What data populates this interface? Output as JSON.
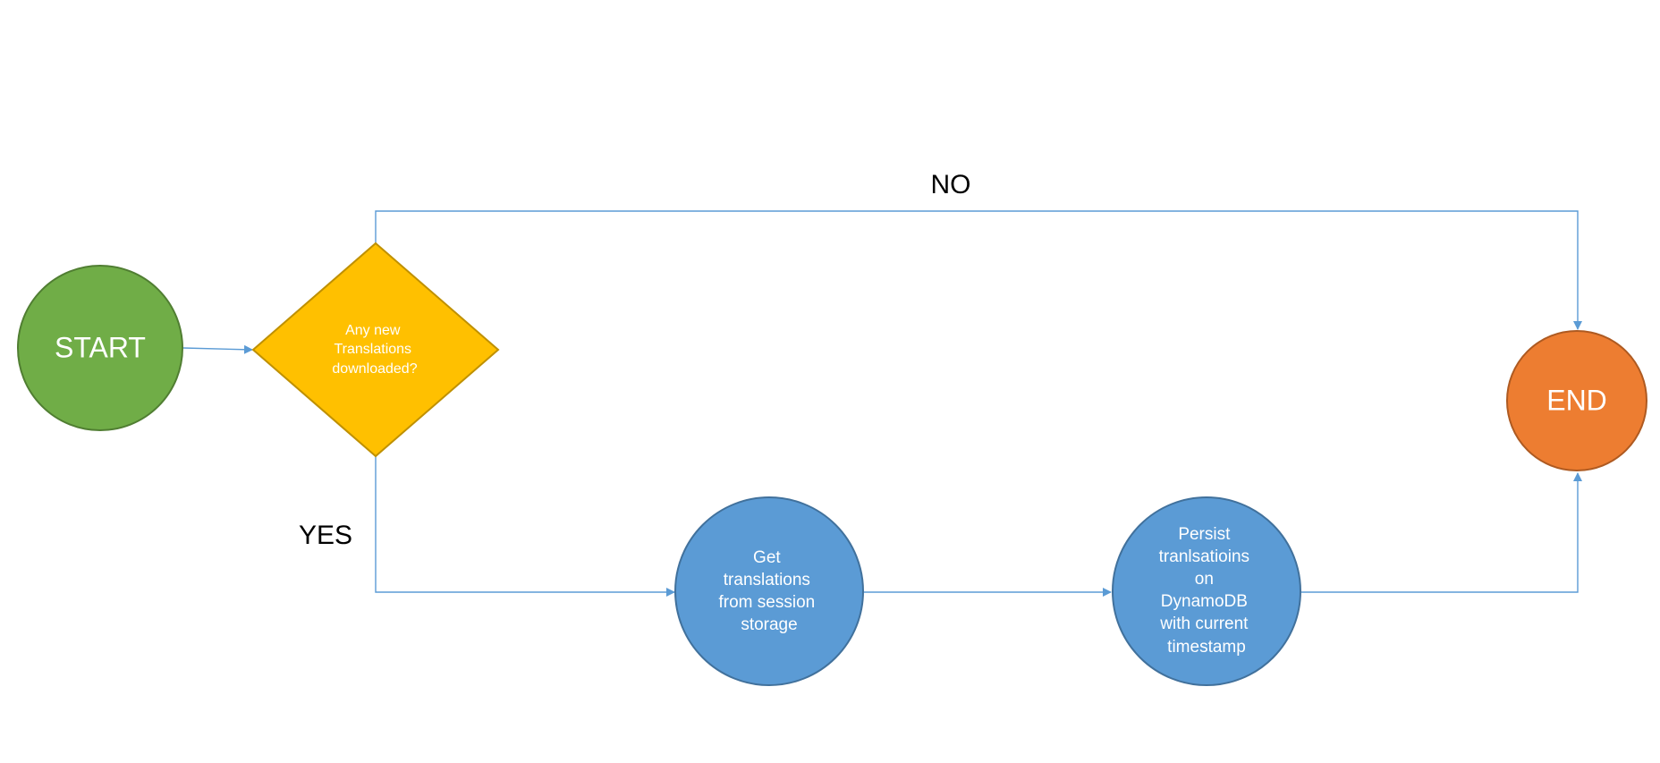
{
  "colors": {
    "start": "#70ad47",
    "start_border": "#507e32",
    "decision": "#ffc000",
    "decision_border": "#bf9000",
    "process": "#5b9bd5",
    "process_border": "#41719c",
    "end": "#ed7d31",
    "end_border": "#ae5a21",
    "connector": "#5b9bd5",
    "label_text": "#000000",
    "node_text": "#ffffff"
  },
  "nodes": {
    "start": {
      "label": "START",
      "shape": "circle"
    },
    "decision": {
      "lines": [
        "Any new",
        "Translations",
        "downloaded?"
      ],
      "shape": "diamond"
    },
    "get_translations": {
      "lines": [
        "Get",
        "translations",
        "from session",
        "storage"
      ],
      "shape": "circle"
    },
    "persist": {
      "lines": [
        "Persist",
        "tranlsatioins",
        "on",
        "DynamoDB",
        "with current",
        "timestamp"
      ],
      "shape": "circle"
    },
    "end": {
      "label": "END",
      "shape": "circle"
    }
  },
  "edges": {
    "no_label": "NO",
    "yes_label": "YES"
  }
}
